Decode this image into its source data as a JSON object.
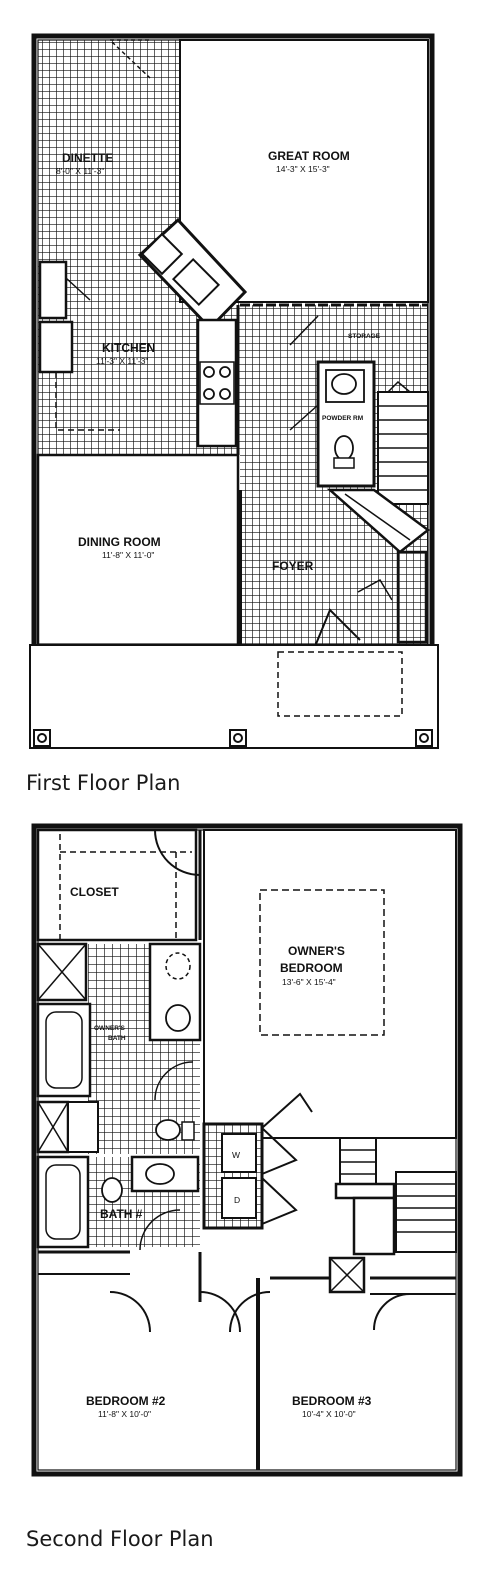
{
  "first_floor": {
    "caption": "First Floor Plan",
    "rooms": {
      "dinette": {
        "name": "DINETTE",
        "dims": "8'-0\" X 11'-3\""
      },
      "great_room": {
        "name": "GREAT ROOM",
        "dims": "14'-3\" X 15'-3\""
      },
      "kitchen": {
        "name": "KITCHEN",
        "dims": "11'-3\" X 11'-3\""
      },
      "dining_room": {
        "name": "DINING ROOM",
        "dims": "11'-8\" X 11'-0\""
      },
      "foyer": {
        "name": "FOYER"
      },
      "storage": {
        "name": "STORAGE"
      },
      "powder_room": {
        "name": "POWDER RM"
      }
    }
  },
  "second_floor": {
    "caption": "Second Floor Plan",
    "rooms": {
      "closet": {
        "name": "CLOSET"
      },
      "owners_bedroom": {
        "name_line1": "OWNER'S",
        "name_line2": "BEDROOM",
        "dims": "13'-6\" X 15'-4\""
      },
      "owners_bath": {
        "name_line1": "OWNER'S",
        "name_line2": "BATH"
      },
      "bath2": {
        "name": "BATH #"
      },
      "bedroom2": {
        "name": "BEDROOM #2",
        "dims": "11'-8\" X 10'-0\""
      },
      "bedroom3": {
        "name": "BEDROOM #3",
        "dims": "10'-4\" X 10'-0\""
      },
      "washer": {
        "name": "W"
      },
      "dryer": {
        "name": "D"
      }
    }
  }
}
